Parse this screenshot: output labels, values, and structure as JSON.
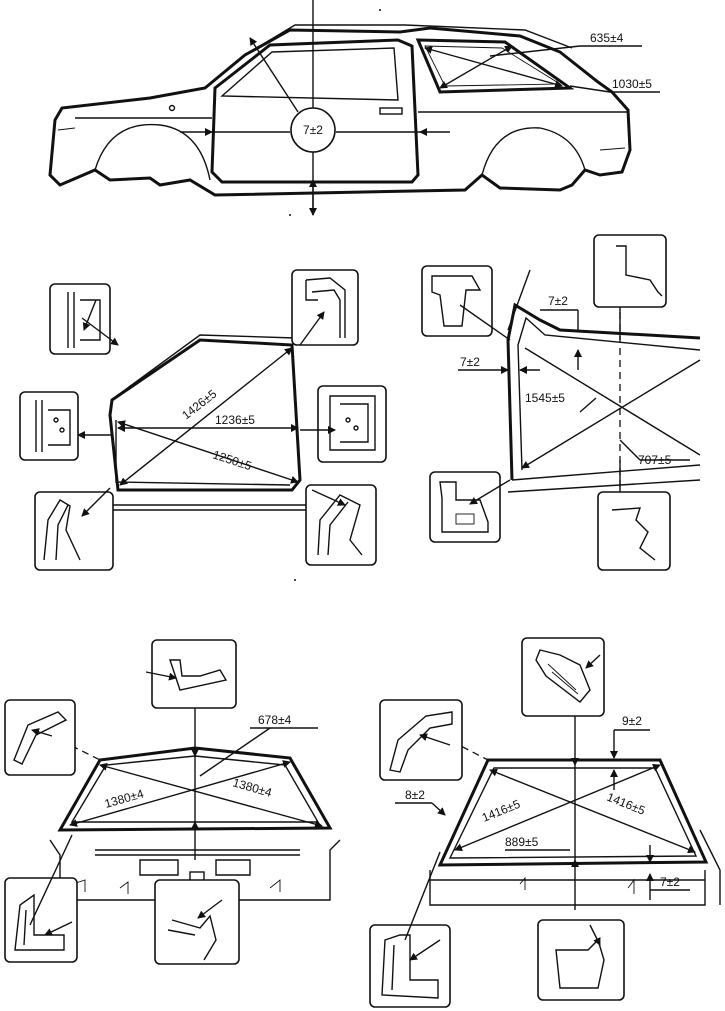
{
  "views": {
    "side": {
      "dims": {
        "door_gap": "7±2",
        "rear_window_a": "635±4",
        "rear_window_b": "1030±5"
      }
    },
    "door_opening": {
      "dims": {
        "diag_1": "1426±5",
        "width": "1236±5",
        "diag_2": "1250±5"
      }
    },
    "windshield": {
      "dims": {
        "gap_top": "7±2",
        "gap_side": "7±2",
        "diagonal": "1545±5",
        "height": "707±5"
      }
    },
    "rear_opening": {
      "dims": {
        "height": "678±4",
        "diag_left": "1380±4",
        "diag_right": "1380±4"
      }
    },
    "tailgate": {
      "dims": {
        "gap_top": "9±2",
        "gap_side": "8±2",
        "diag_left": "1416±5",
        "diag_right": "1416±5",
        "height": "889±5",
        "gap_bottom": "7±2"
      }
    }
  }
}
